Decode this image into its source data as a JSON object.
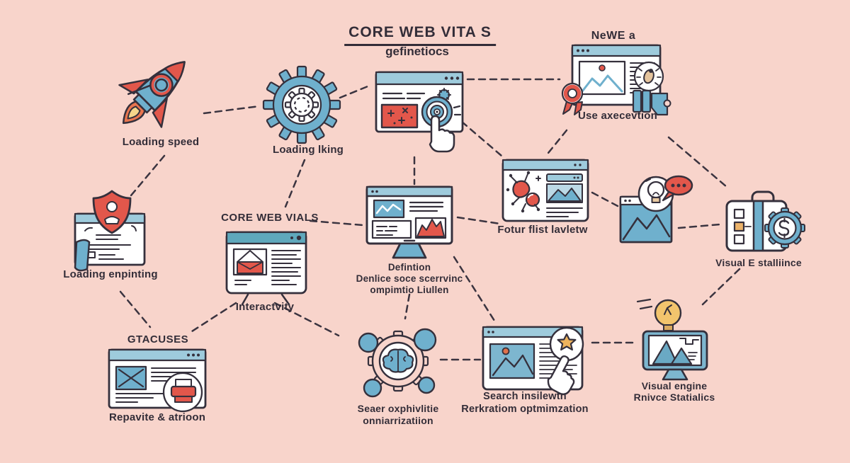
{
  "title": {
    "heading": "CORE WEB VITA S",
    "subtitle": "gefinetiocs"
  },
  "topRight": {
    "heading": "NeWE a"
  },
  "nodes": {
    "rocket": {
      "label": "Loading speed"
    },
    "gear": {
      "label": "Loading lking"
    },
    "awardBrowser": {
      "label": "Use axecevtion"
    },
    "shieldBrowser": {
      "label": "Loading enpinting"
    },
    "interactivity": {
      "heading": "CORE WEB VIALS",
      "label": "Interactvity"
    },
    "monitor": {
      "lines": [
        "Defintion",
        "Denlice soce scerrvinc",
        "ompimtio Liullen"
      ]
    },
    "moleculeBrowser": {
      "label": "Fotur flist lavletw"
    },
    "briefcase": {
      "label": "Visual E stalliince"
    },
    "printerBrowser": {
      "heading": "GTACUSES",
      "label": "Repavite & atrioon"
    },
    "brainGear": {
      "lines": [
        "Seaer oxphivlitie",
        "onniarrizatiion"
      ]
    },
    "starBrowser": {
      "lines": [
        "Search insilewth",
        "Rerkratiom optmimzation"
      ]
    },
    "bulbMonitor": {
      "lines": [
        "Visual engine",
        "Rnivce Statialics"
      ]
    }
  },
  "colors": {
    "background": "#f8d4cb",
    "outline": "#35303c",
    "blue": "#6fb0cd",
    "blueLight": "#9ecbdc",
    "teal": "#5fa8bc",
    "red": "#e2574b",
    "yellow": "#f2c46d",
    "orange": "#ecb36a",
    "tan": "#e5c49d"
  }
}
